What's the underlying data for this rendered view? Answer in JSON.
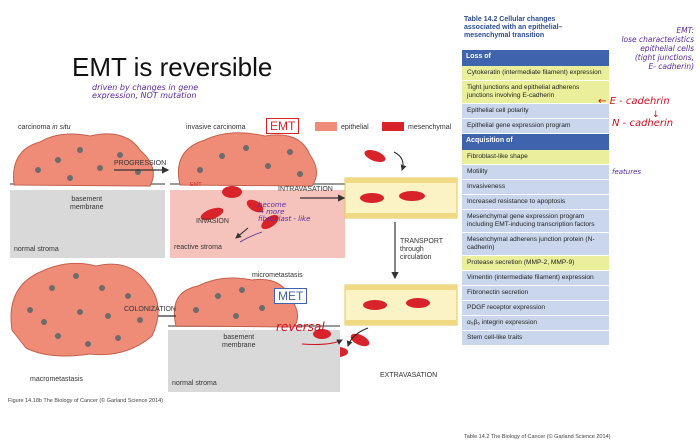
{
  "slide": {
    "title": "EMT  is reversible",
    "annotation_driven": [
      "driven by changes in gene",
      "expression, NOT mutation"
    ]
  },
  "figure": {
    "carcinoma_label": [
      "carcinoma ",
      "in situ"
    ],
    "invasive_label": "invasive carcinoma",
    "emt_box": "EMT",
    "legend_epithelial": "epithelial",
    "legend_mesenchymal": "mesenchymal",
    "legend_colors": {
      "epithelial": "#ef8c78",
      "mesenchymal": "#d8232a"
    },
    "progression": "PROGRESSION",
    "basement_membrane": [
      "basement",
      "membrane"
    ],
    "normal_stroma": "normal stroma",
    "emt_small": "EMT",
    "invasion": "INVASION",
    "reactive_stroma": "reactive stroma",
    "become_note": [
      "become",
      "more",
      "fibroblast - like"
    ],
    "intravasation": "INTRAVASATION",
    "transport": [
      "TRANSPORT",
      "through",
      "circulation"
    ],
    "micrometastasis": "micrometastasis",
    "met_box": "MET",
    "colonization": "COLONIZATION",
    "reversal": "reversal",
    "macrometastasis": "macrometastasis",
    "extravasation": "EXTRAVASATION",
    "caption": "Figure 14.18b The Biology of Cancer (© Garland Science 2014)"
  },
  "table": {
    "title_bold": "Table 14.2",
    "title_rest": [
      "Cellular changes",
      "associated with an epithelial–",
      "mesenchymal transition"
    ],
    "section_loss": "Loss of",
    "loss_rows": [
      "Cytokeratin (intermediate filament) expression",
      "Tight junctions and epithelial adherens junctions involving E-cadherin",
      "Epithelial cell polarity",
      "Epithelial gene expression program"
    ],
    "section_acq": "Acquisition of",
    "acq_rows": [
      "Fibroblast-like shape",
      "Motility",
      "Invasiveness",
      "Increased resistance to apoptosis",
      "Mesenchymal gene expression program including EMT-inducing transcription factors",
      "Mesenchymal adherens junction protein (N-cadherin)",
      "Protease secretion (MMP-2, MMP-9)",
      "Vimentin (intermediate filament) expression",
      "Fibronectin secretion",
      "PDGF receptor expression",
      "α₅β₆ integrin expression",
      "Stem cell-like traits"
    ],
    "caption": "Table 14.2 The Biology of Cancer (© Garland Science 2014)"
  },
  "notes": {
    "emt_note": [
      "EMT:",
      "lose characteristics",
      "epithelial cells",
      "(tight junctions,",
      "E- cadherin)"
    ],
    "e_cadherin": "E - cadehrin",
    "n_cadherin": "N - cadherin",
    "mesenchymal_features": "features"
  }
}
